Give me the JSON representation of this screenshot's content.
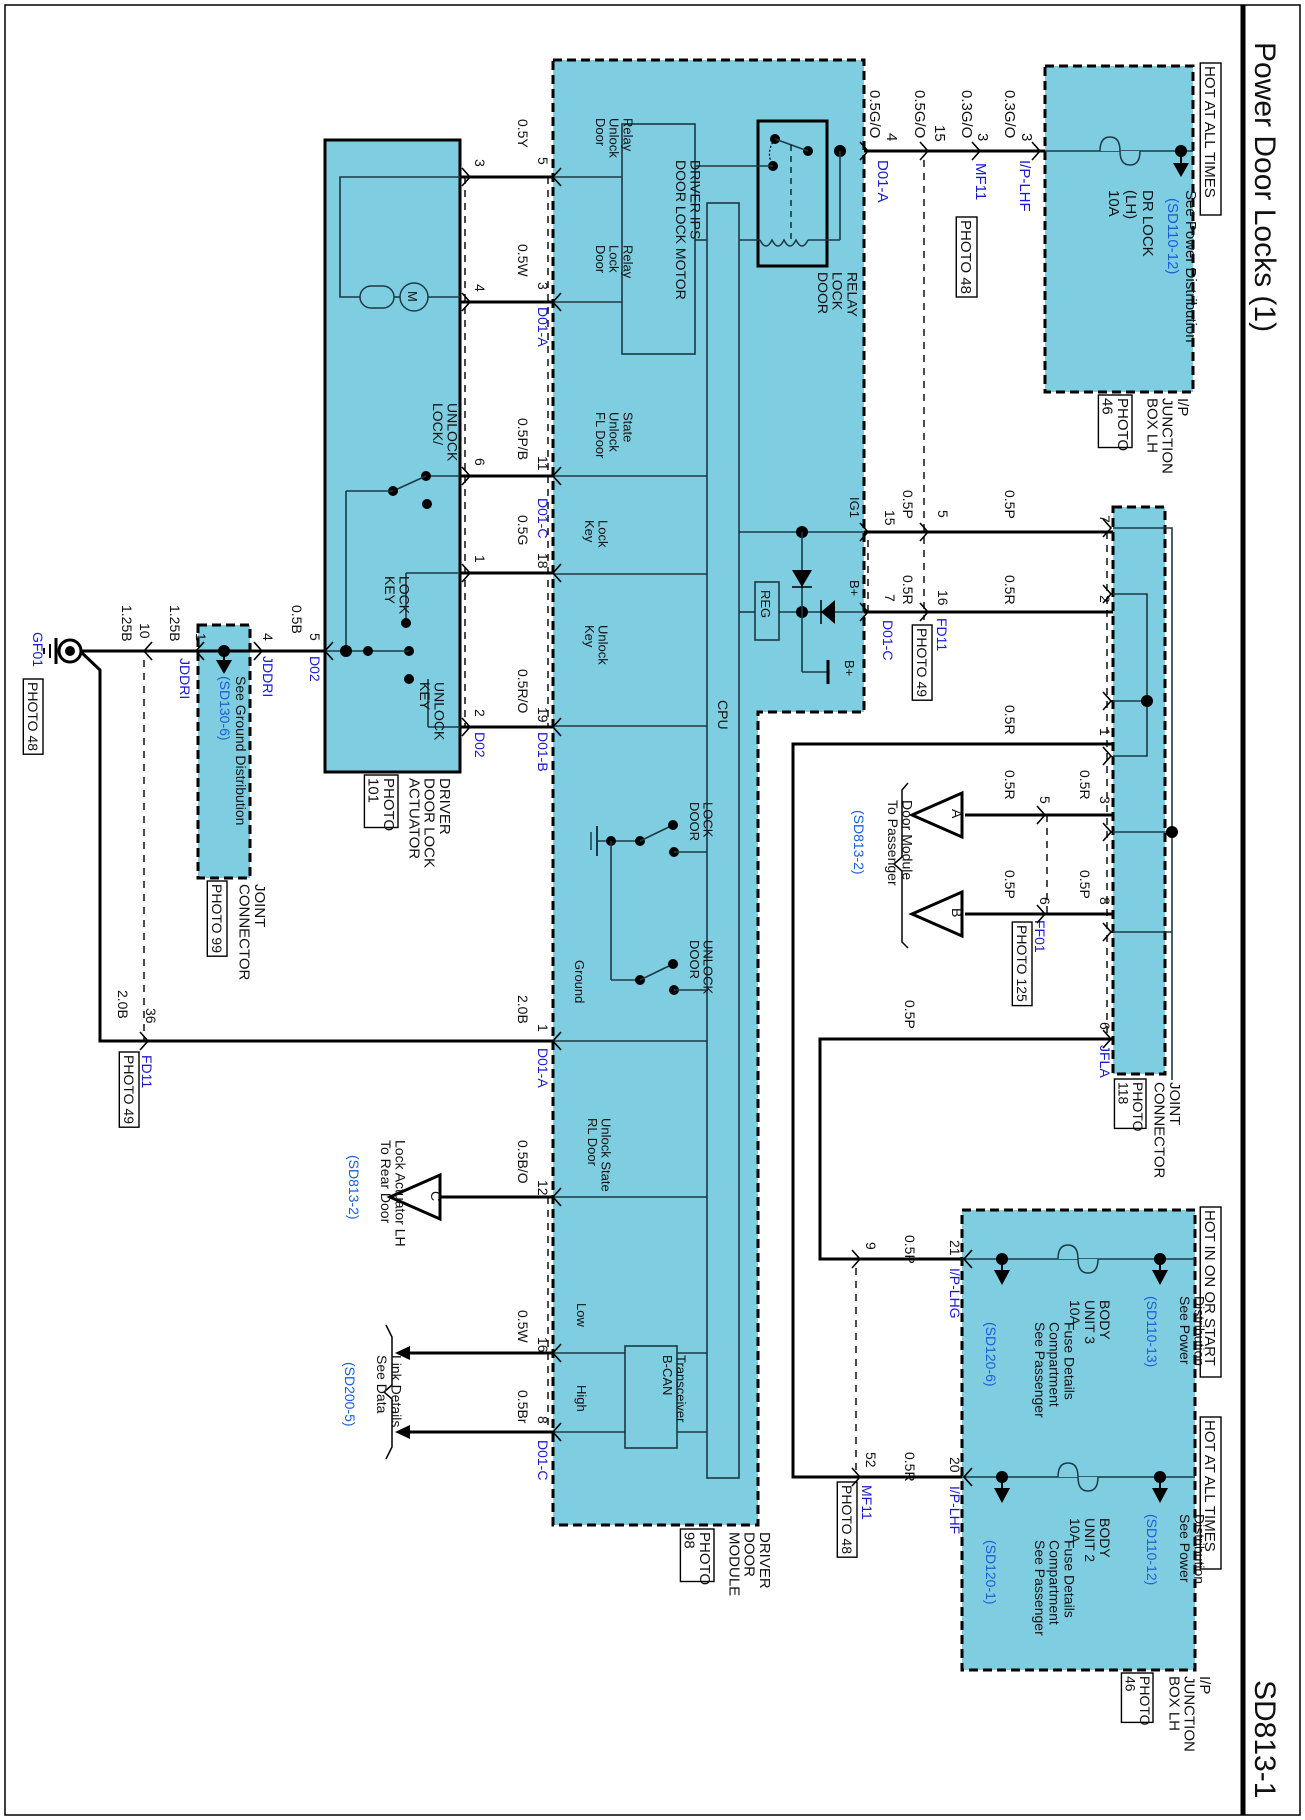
{
  "page": {
    "title": "Power Door Locks (1)",
    "code": "SD813-1"
  },
  "ipjb_top": {
    "hot_label": "HOT AT ALL TIMES",
    "fuse_name": "DR LOCK",
    "fuse_sub": "(LH)",
    "fuse_rating": "10A",
    "see_text": "See Power Distribution",
    "see_ref": "(SD110-12)",
    "name_lines": [
      "I/P",
      "JUNCTION",
      "BOX LH"
    ],
    "photo": [
      "PHOTO",
      "46"
    ]
  },
  "top_wires": {
    "w1": {
      "pin": "3",
      "wire": "0.3G/O",
      "conn": "I/P-LHF"
    },
    "w2": {
      "pin": "3",
      "wire": "0.3G/O",
      "conn": "MF11",
      "photo": "PHOTO 48"
    },
    "w3": {
      "pin": "15",
      "wire": "0.5G/O"
    },
    "w4": {
      "pin": "4",
      "wire": "0.5G/O",
      "conn": "D01-A"
    }
  },
  "ddm": {
    "relay_lines": [
      "DOOR",
      "LOCK",
      "RELAY"
    ],
    "ips_lines": [
      "DOOR LOCK MOTOR",
      "DRIVER IPS"
    ],
    "cpu": "CPU",
    "reg": "REG",
    "ig1": "IG1",
    "bplus": "B+",
    "bplus2": "B+",
    "door_unlock_relay": [
      "Door",
      "Unlock",
      "Relay"
    ],
    "door_lock_relay": [
      "Door",
      "Lock",
      "Relay"
    ],
    "fl_unlock_state": [
      "FL Door",
      "Unlock",
      "State"
    ],
    "key_lock": [
      "Key",
      "Lock"
    ],
    "key_unlock": [
      "Key",
      "Unlock"
    ],
    "door_lock_sw": [
      "DOOR",
      "LOCK"
    ],
    "door_unlock_sw": [
      "DOOR",
      "UNLOCK"
    ],
    "ground": "Ground",
    "rl_unlock_state": [
      "RL Door",
      "Unlock State"
    ],
    "low": "Low",
    "high": "High",
    "bcan": [
      "B-CAN",
      "Transceiver"
    ],
    "name_lines": [
      "DRIVER",
      "DOOR",
      "MODULE"
    ],
    "photo": [
      "PHOTO",
      "98"
    ]
  },
  "actuator": {
    "lock_unlock": [
      "LOCK/",
      "UNLOCK"
    ],
    "key_lock": [
      "KEY",
      "LOCK"
    ],
    "key_unlock": [
      "KEY",
      "UNLOCK"
    ],
    "motor": "M",
    "name_lines": [
      "DRIVER",
      "DOOR LOCK",
      "ACTUATOR"
    ],
    "photo": [
      "PHOTO",
      "101"
    ]
  },
  "act_wires": {
    "a1": {
      "pin_mod": "5",
      "pin_act": "3",
      "wire": "0.5Y"
    },
    "a2": {
      "pin_mod": "3",
      "pin_act": "4",
      "wire": "0.5W",
      "conn": "D01-A"
    },
    "a3": {
      "pin_mod": "11",
      "pin_act": "6",
      "wire": "0.5P/B"
    },
    "a4": {
      "pin_mod": "18",
      "pin_act": "1",
      "wire": "0.5G",
      "conn": "D01-C"
    },
    "a5": {
      "pin_mod": "19",
      "pin_act": "2",
      "wire": "0.5R/O",
      "conn_mod": "D01-B",
      "conn_act": "D02"
    }
  },
  "ground_path": {
    "g1": {
      "pin": "5",
      "wire": "0.5B",
      "conn": "D02"
    },
    "g2": {
      "pin": "4",
      "conn": "JDDRI"
    },
    "g3": {
      "pin": "1",
      "wire": "1.25B",
      "conn": "JDDRI"
    },
    "g4": {
      "pin": "10",
      "wire": "1.25B"
    },
    "g5": {
      "wire": "1.25B",
      "conn": "GF01",
      "photo": "PHOTO 48"
    },
    "jc_see": "See Ground Distribution",
    "jc_ref": "(SD130-6)",
    "jc_name": [
      "JOINT",
      "CONNECTOR"
    ],
    "jc_photo": "PHOTO 99",
    "gnd_wire": {
      "pin_mod": "1",
      "wire_mod": "2.0B",
      "conn_mod": "D01-A",
      "pin": "36",
      "wire": "2.0B",
      "conn": "FD11",
      "photo": "PHOTO 49"
    }
  },
  "power_wires": {
    "ig1": {
      "pin_mod": "15",
      "wire_mod": "0.5P",
      "pin": "5",
      "wire": "0.5P",
      "pin_j": "7"
    },
    "bp": {
      "pin_mod": "7",
      "wire_mod": "0.5R",
      "conn_mod": "D01-C",
      "pin": "16",
      "wire": "0.5R",
      "conn": "FD11",
      "photo": "PHOTO 49",
      "pin_j": "2"
    },
    "j1": {
      "pin": "1",
      "wire": "0.5R"
    },
    "j3": {
      "pin": "3",
      "wire": "0.5R",
      "pin2": "5",
      "wire2": "0.5R",
      "tri": "A"
    },
    "j8": {
      "pin": "8",
      "wire": "0.5P",
      "pin2": "6",
      "wire2": "0.5P",
      "tri": "B",
      "conn": "FF01",
      "photo": "PHOTO 125"
    },
    "j6": {
      "pin": "6",
      "wire": "0.5P",
      "conn": "JFLA"
    },
    "to_pass": [
      "To Passenger",
      "Door Module"
    ],
    "to_pass_ref": "(SD813-2)",
    "jfla_name": [
      "JOINT",
      "CONNECTOR"
    ],
    "jfla_photo": [
      "PHOTO",
      "118"
    ]
  },
  "rear": {
    "pin": "12",
    "wire": "0.5B/O",
    "tri": "C",
    "text": [
      "To Rear Door",
      "Lock Actuator LH"
    ],
    "ref": "(SD813-2)"
  },
  "can": {
    "low": {
      "pin": "16",
      "wire": "0.5W"
    },
    "high": {
      "pin": "8",
      "wire": "0.5Br",
      "conn": "D01-C"
    },
    "text": [
      "See Data",
      "Link Details"
    ],
    "ref": "(SD200-5)"
  },
  "ipjb_bottom": {
    "hot1": "HOT IN ON OR START",
    "hot2": "HOT AT ALL TIMES",
    "f1": {
      "name": "BODY",
      "unit": "UNIT 3",
      "rating": "10A",
      "see_top": [
        "See Power",
        "Distribution"
      ],
      "ref_top": "(SD110-13)",
      "see_bot": [
        "See Passenger",
        "Compartment",
        "Fuse Details"
      ],
      "ref_bot": "(SD120-6)"
    },
    "f2": {
      "name": "BODY",
      "unit": "UNIT 2",
      "rating": "10A",
      "see_top": [
        "See Power",
        "Distribution"
      ],
      "ref_top": "(SD110-12)",
      "see_bot": [
        "See Passenger",
        "Compartment",
        "Fuse Details"
      ],
      "ref_bot": "(SD120-1)"
    },
    "w21": {
      "pin": "21",
      "wire": "0.5P",
      "conn": "I/P-LHG",
      "pin2": "9"
    },
    "w20": {
      "pin": "20",
      "wire": "0.5R",
      "conn": "I/P-LHF",
      "pin2": "52",
      "conn2": "MF11",
      "photo": "PHOTO 48"
    },
    "name_lines": [
      "I/P",
      "JUNCTION",
      "BOX LH"
    ],
    "photo": [
      "PHOTO",
      "46"
    ]
  }
}
